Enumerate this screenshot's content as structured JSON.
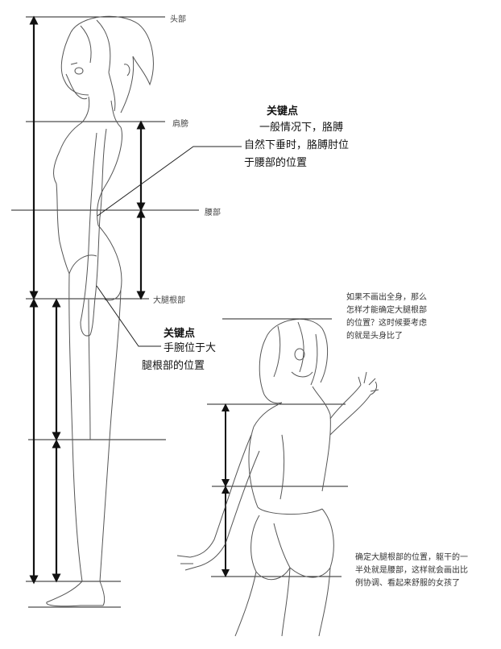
{
  "labels": {
    "head": "头部",
    "shoulder": "肩膀",
    "waist": "腰部",
    "thigh_root": "大腿根部"
  },
  "keypoint1": {
    "title": "关键点",
    "lines": [
      "一般情况下，胳膊",
      "自然下垂时，胳膊肘位",
      "于腰部的位置"
    ]
  },
  "keypoint2": {
    "title": "关键点",
    "lines": [
      "手腕位于大",
      "腿根部的位置"
    ]
  },
  "note_top": {
    "lines": [
      "如果不画出全身，那么",
      "怎样才能确定大腿根部",
      "的位置？这时候要考虑",
      "的就是头身比了"
    ]
  },
  "note_bottom": {
    "lines": [
      "确定大腿根部的位置，躯干的一",
      "半处就是腰部，这样就会画出比",
      "例协调、看起来舒服的女孩了"
    ]
  }
}
